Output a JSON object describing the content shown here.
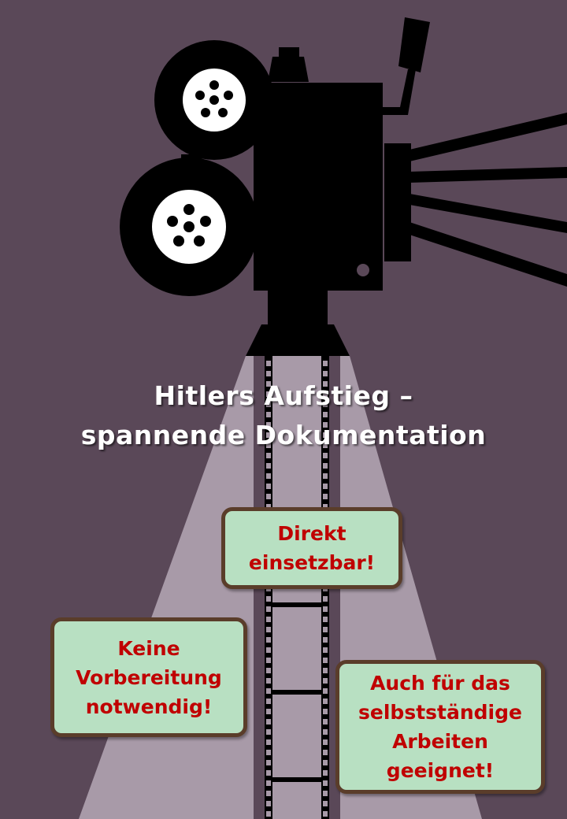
{
  "title": {
    "line1": "Hitlers Aufstieg –",
    "line2": "spannende Dokumentation"
  },
  "bubbles": [
    {
      "lines": [
        "Direkt",
        "einsetzbar!"
      ]
    },
    {
      "lines": [
        "Keine",
        "Vorbereitung",
        "notwendig!"
      ]
    },
    {
      "lines": [
        "Auch für das",
        "selbstständige",
        "Arbeiten",
        "geeignet!"
      ]
    }
  ],
  "colors": {
    "background": "#5a4858",
    "light_beam": "#a89aa8",
    "projector": "#000000",
    "bubble_fill": "#b8e0c2",
    "bubble_border": "#5a3d2a",
    "bubble_text": "#c00000",
    "title_text": "#ffffff"
  },
  "icons": [
    "film-projector-icon",
    "film-reel-icon",
    "film-strip-icon",
    "tripod-icon"
  ]
}
